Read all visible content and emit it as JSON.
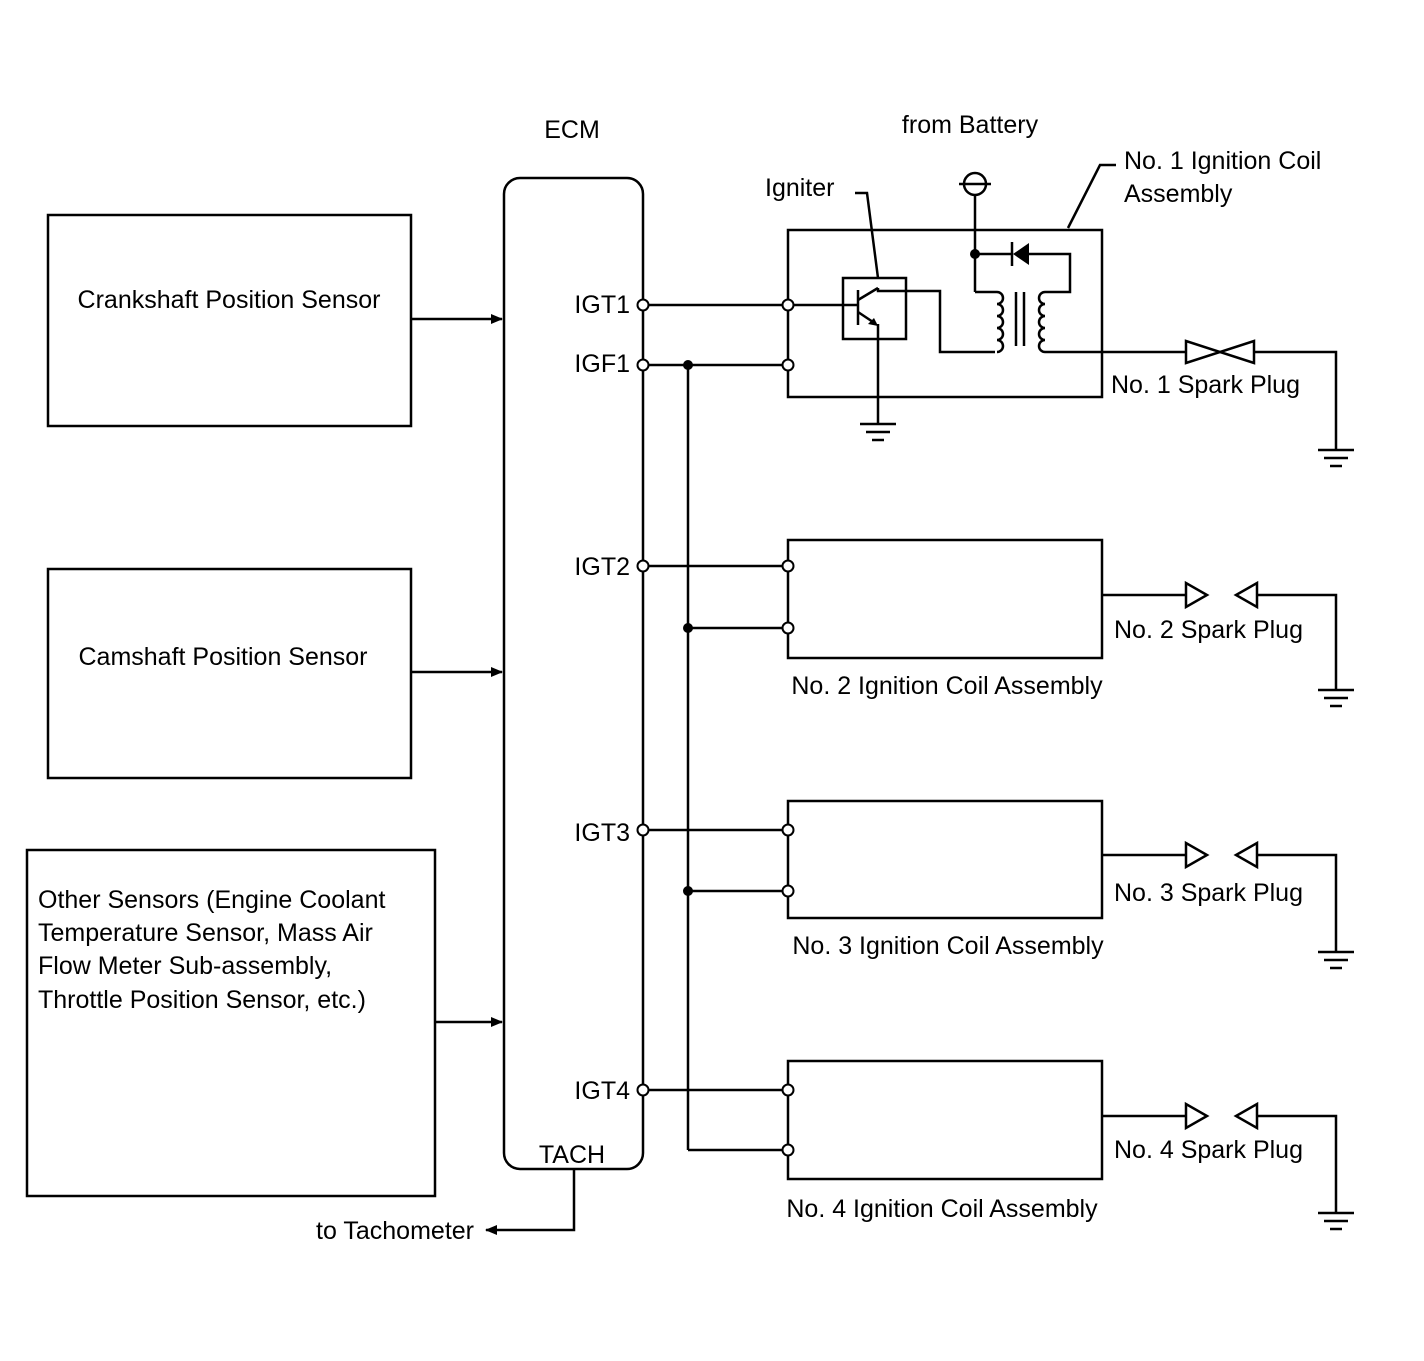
{
  "ecm": {
    "title": "ECM",
    "terminals": {
      "igt1": "IGT1",
      "igf1": "IGF1",
      "igt2": "IGT2",
      "igt3": "IGT3",
      "igt4": "IGT4",
      "tach": "TACH"
    }
  },
  "sensors": {
    "crankshaft": "Crankshaft Position Sensor",
    "camshaft": "Camshaft Position Sensor",
    "other_lines": [
      "Other Sensors (Engine Coolant",
      "Temperature Sensor, Mass Air",
      "Flow Meter Sub-assembly,",
      "Throttle Position Sensor, etc.)"
    ]
  },
  "tachometer_label": "to Tachometer",
  "battery_label": "from Battery",
  "igniter_label": "Igniter",
  "coil1_label_lines": [
    "No. 1 Ignition Coil",
    "Assembly"
  ],
  "coils": {
    "coil2": "No. 2 Ignition Coil Assembly",
    "coil3": "No. 3 Ignition Coil Assembly",
    "coil4": "No. 4 Ignition Coil Assembly"
  },
  "plugs": {
    "plug1": "No. 1 Spark Plug",
    "plug2": "No. 2 Spark Plug",
    "plug3": "No. 3 Spark Plug",
    "plug4": "No. 4 Spark Plug"
  }
}
